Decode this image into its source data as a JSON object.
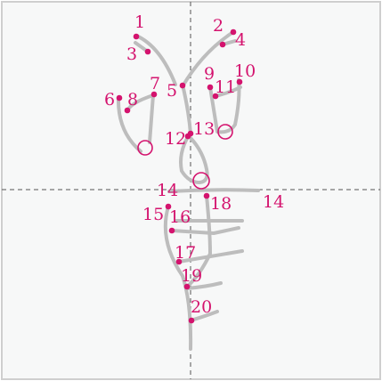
{
  "diagram": {
    "stroke_color": "#bdbdbd",
    "accent_color": "#d4136e",
    "frame_color": "#cfcfcf",
    "guide_color": "#555555",
    "background": "#f7f8f8",
    "labels": [
      "1",
      "2",
      "3",
      "4",
      "5",
      "6",
      "7",
      "8",
      "9",
      "10",
      "11",
      "12",
      "13",
      "14",
      "14",
      "15",
      "16",
      "17",
      "18",
      "19",
      "20"
    ]
  }
}
